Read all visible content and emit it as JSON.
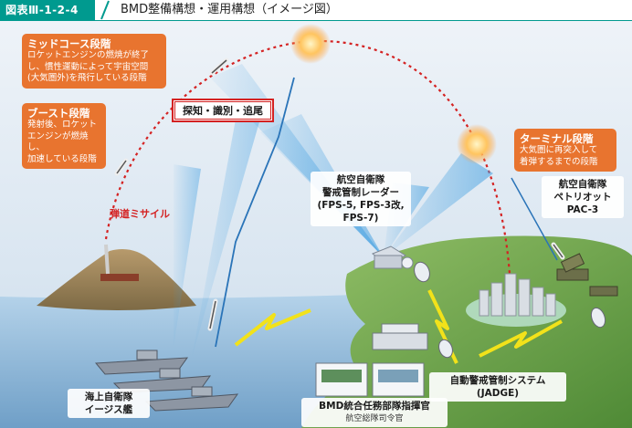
{
  "header": {
    "figure_number": "図表Ⅲ-1-2-4",
    "title": "BMD整備構想・運用構想（イメージ図）"
  },
  "callouts": {
    "midcourse": {
      "title": "ミッドコース段階",
      "body": [
        "ロケットエンジンの燃焼が終了",
        "し、慣性運動によって宇宙空間",
        "(大気圏外)を飛行している段階"
      ]
    },
    "boost": {
      "title": "ブースト段階",
      "body": [
        "発射後、ロケット",
        "エンジンが燃焼し、",
        "加速している段階"
      ]
    },
    "terminal": {
      "title": "ターミナル段階",
      "body": [
        "大気圏に再突入して",
        "着弾するまでの段階"
      ]
    }
  },
  "labels": {
    "detect": "探知・識別・追尾",
    "ballistic_missile": "弾道ミサイル",
    "radar": [
      "航空自衛隊",
      "警戒管制レーダー",
      "(FPS-5, FPS-3改,",
      "FPS-7)"
    ],
    "patriot": [
      "航空自衛隊",
      "ペトリオット",
      "PAC-3"
    ],
    "aegis": [
      "海上自衛隊",
      "イージス艦"
    ],
    "jadge": [
      "自動警戒管制システム",
      "(JADGE)"
    ],
    "bmd_command": "BMD統合任務部隊指揮官",
    "bmd_command_sub": "航空総隊司令官"
  },
  "colors": {
    "brand": "#009a8f",
    "callout": "#e8742f",
    "trajectory": "#d42222",
    "sky_top": "#dfe9f3",
    "sea": "#9ec3de",
    "land": "#6fa64a",
    "beam": "#4aa8e0",
    "link": "#f2e21a"
  }
}
